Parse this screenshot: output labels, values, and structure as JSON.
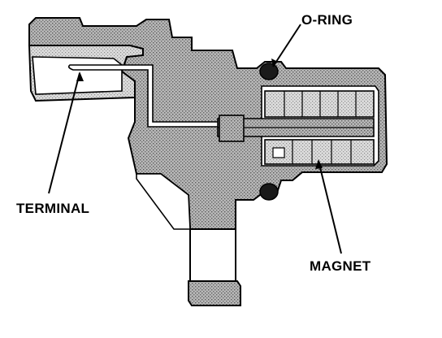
{
  "labels": {
    "o_ring": "O-RING",
    "terminal": "TERMINAL",
    "magnet": "MAGNET"
  },
  "colors": {
    "line": "#000000",
    "body_fill": "#9a9a9a",
    "light_fill": "#d2d2d2",
    "dark_fill": "#1a1a1a",
    "background": "#ffffff"
  }
}
